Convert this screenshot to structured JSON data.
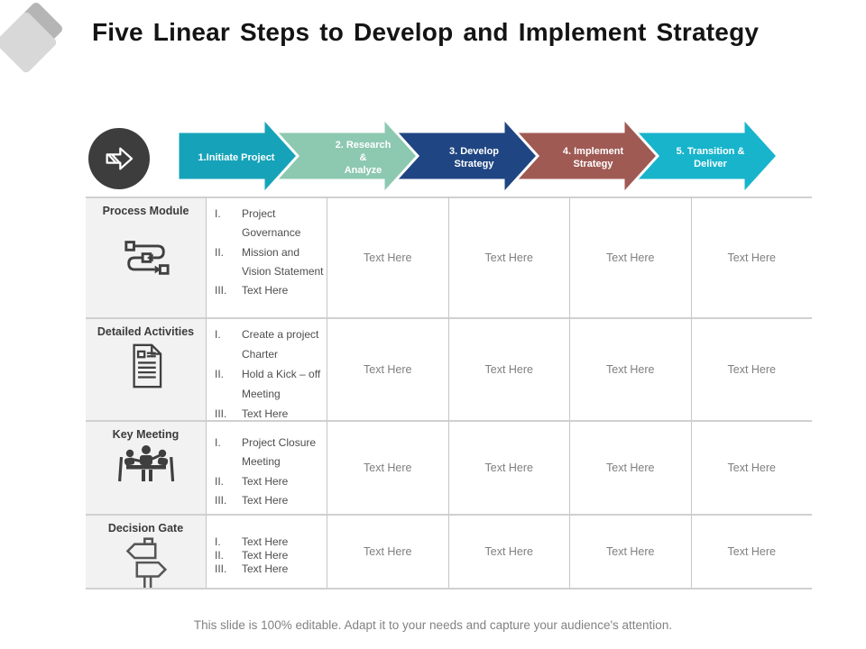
{
  "slide": {
    "title": "Five Linear Steps to Develop and Implement Strategy",
    "footer": "This slide is 100% editable. Adapt it to your needs and capture your audience's attention.",
    "logo_icon": "diamond-logo",
    "badge_icon": "forward-arrow-icon"
  },
  "process_arrows": [
    {
      "label": "1.Initiate Project",
      "color": "#16a3b9"
    },
    {
      "label": "2. Research\n&\nAnalyze",
      "color": "#8dc8b1"
    },
    {
      "label": "3. Develop\nStrategy",
      "color": "#1f4583"
    },
    {
      "label": "4. Implement\nStrategy",
      "color": "#9f5a54"
    },
    {
      "label": "5. Transition  &\nDeliver",
      "color": "#17b4cc"
    }
  ],
  "table": {
    "rows": [
      {
        "label": "Process Module",
        "icon": "process-flow-icon",
        "items": [
          {
            "num": "I.",
            "text": "Project Governance"
          },
          {
            "num": "II.",
            "text": "Mission and Vision Statement"
          },
          {
            "num": "III.",
            "text": "Text Here"
          }
        ],
        "cells": [
          "Text Here",
          "Text Here",
          "Text Here",
          "Text Here"
        ]
      },
      {
        "label": "Detailed Activities",
        "icon": "document-icon",
        "items": [
          {
            "num": "I.",
            "text": "Create a project Charter"
          },
          {
            "num": "II.",
            "text": "Hold a Kick – off Meeting"
          },
          {
            "num": "III.",
            "text": "Text Here"
          }
        ],
        "cells": [
          "Text Here",
          "Text Here",
          "Text Here",
          "Text Here"
        ]
      },
      {
        "label": "Key Meeting",
        "icon": "meeting-icon",
        "items": [
          {
            "num": "I.",
            "text": "Project Closure Meeting"
          },
          {
            "num": "II.",
            "text": "Text Here"
          },
          {
            "num": "III.",
            "text": "Text Here"
          }
        ],
        "cells": [
          "Text Here",
          "Text Here",
          "Text Here",
          "Text Here"
        ]
      },
      {
        "label": "Decision Gate",
        "icon": "signpost-icon",
        "items": [
          {
            "num": "I.",
            "text": "Text Here"
          },
          {
            "num": "II.",
            "text": "Text Here"
          },
          {
            "num": "III.",
            "text": "Text Here"
          }
        ],
        "cells": [
          "Text Here",
          "Text Here",
          "Text Here",
          "Text Here"
        ]
      }
    ]
  }
}
